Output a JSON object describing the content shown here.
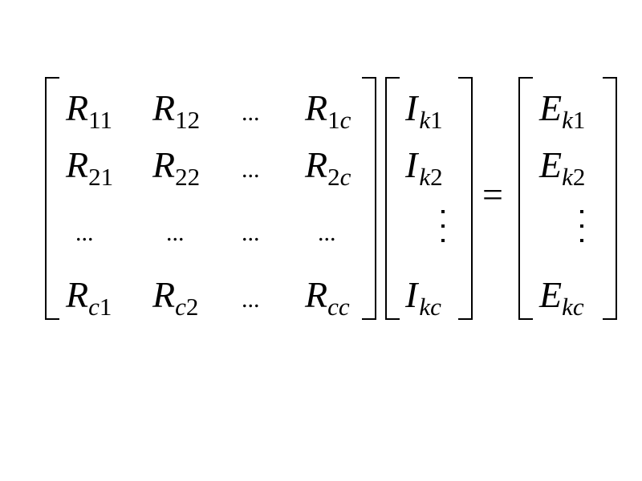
{
  "equation": {
    "matrix_R": {
      "rows": [
        [
          {
            "base": "R",
            "sub_a": "1",
            "sub_b": "1"
          },
          {
            "base": "R",
            "sub_a": "1",
            "sub_b": "2"
          },
          {
            "text": "..."
          },
          {
            "base": "R",
            "sub_a": "1",
            "sub_b": "c"
          }
        ],
        [
          {
            "base": "R",
            "sub_a": "2",
            "sub_b": "1"
          },
          {
            "base": "R",
            "sub_a": "2",
            "sub_b": "2"
          },
          {
            "text": "..."
          },
          {
            "base": "R",
            "sub_a": "2",
            "sub_b": "c"
          }
        ],
        [
          {
            "text": "..."
          },
          {
            "text": "..."
          },
          {
            "text": "..."
          },
          {
            "text": "..."
          }
        ],
        [
          {
            "base": "R",
            "sub_a": "c",
            "sub_b": "1"
          },
          {
            "base": "R",
            "sub_a": "c",
            "sub_b": "2"
          },
          {
            "text": "..."
          },
          {
            "base": "R",
            "sub_a": "c",
            "sub_b": "c"
          }
        ]
      ]
    },
    "vector_I": [
      {
        "base": "I",
        "sub_a": "k",
        "sub_b": "1"
      },
      {
        "base": "I",
        "sub_a": "k",
        "sub_b": "2"
      },
      {
        "base": "I",
        "sub_a": "k",
        "sub_b": "c"
      }
    ],
    "equals": "=",
    "vector_E": [
      {
        "base": "E",
        "sub_a": "k",
        "sub_b": "1"
      },
      {
        "base": "E",
        "sub_a": "k",
        "sub_b": "2"
      },
      {
        "base": "E",
        "sub_a": "k",
        "sub_b": "c"
      }
    ]
  }
}
